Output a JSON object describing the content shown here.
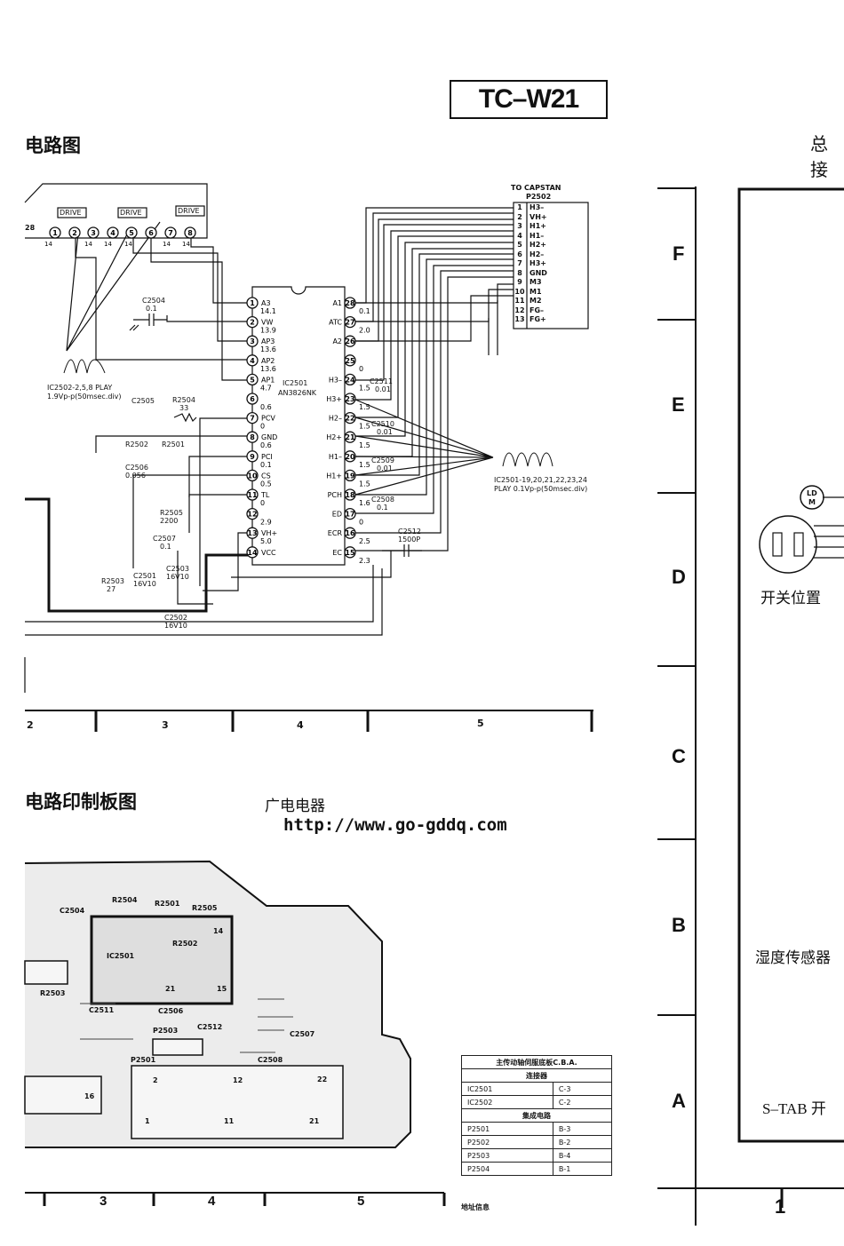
{
  "model": "TC–W21",
  "left_top_title": "电路图",
  "right_top_title": "总接",
  "pcb_title": "电路印制板图",
  "watermark": {
    "name": "广电电器",
    "url": "http://www.go-gddq.com"
  },
  "schematic": {
    "ic_label": "IC2501",
    "ic_part": "AN3826NK",
    "connector_title": "TO CAPSTAN",
    "connector_ref": "P2502",
    "connector_pins": [
      {
        "num": "1",
        "name": "H3–"
      },
      {
        "num": "2",
        "name": "VH+"
      },
      {
        "num": "3",
        "name": "H1+"
      },
      {
        "num": "4",
        "name": "H1–"
      },
      {
        "num": "5",
        "name": "H2+"
      },
      {
        "num": "6",
        "name": "H2–"
      },
      {
        "num": "7",
        "name": "H3+"
      },
      {
        "num": "8",
        "name": "GND"
      },
      {
        "num": "9",
        "name": "M3"
      },
      {
        "num": "10",
        "name": "M1"
      },
      {
        "num": "11",
        "name": "M2"
      },
      {
        "num": "12",
        "name": "FG–"
      },
      {
        "num": "13",
        "name": "FG+"
      }
    ],
    "left_pins": [
      {
        "num": "1",
        "name": "A3",
        "v": "14.1"
      },
      {
        "num": "2",
        "name": "VW",
        "v": "13.9"
      },
      {
        "num": "3",
        "name": "AP3",
        "v": "13.6"
      },
      {
        "num": "4",
        "name": "AP2",
        "v": "13.6"
      },
      {
        "num": "5",
        "name": "AP1",
        "v": "4.7"
      },
      {
        "num": "6",
        "name": "",
        "v": "0.6"
      },
      {
        "num": "7",
        "name": "PCV",
        "v": "0"
      },
      {
        "num": "8",
        "name": "GND",
        "v": "0.6"
      },
      {
        "num": "9",
        "name": "PCI",
        "v": "0.1"
      },
      {
        "num": "10",
        "name": "CS",
        "v": "0.5"
      },
      {
        "num": "11",
        "name": "TL",
        "v": "0"
      },
      {
        "num": "12",
        "name": "",
        "v": "2.9"
      },
      {
        "num": "13",
        "name": "VH+",
        "v": "5.0"
      },
      {
        "num": "14",
        "name": "VCC",
        "v": ""
      }
    ],
    "right_pins": [
      {
        "num": "28",
        "name": "A1",
        "v": "0.1"
      },
      {
        "num": "27",
        "name": "ATC",
        "v": "2.0"
      },
      {
        "num": "26",
        "name": "A2",
        "v": ""
      },
      {
        "num": "25",
        "name": "",
        "v": "0"
      },
      {
        "num": "24",
        "name": "H3–",
        "v": "1.5"
      },
      {
        "num": "23",
        "name": "H3+",
        "v": "1.5"
      },
      {
        "num": "22",
        "name": "H2–",
        "v": "1.5"
      },
      {
        "num": "21",
        "name": "H2+",
        "v": "1.5"
      },
      {
        "num": "20",
        "name": "H1–",
        "v": "1.5"
      },
      {
        "num": "19",
        "name": "H1+",
        "v": "1.5"
      },
      {
        "num": "18",
        "name": "PCH",
        "v": "1.6"
      },
      {
        "num": "17",
        "name": "ED",
        "v": "0"
      },
      {
        "num": "16",
        "name": "ECR",
        "v": "2.5"
      },
      {
        "num": "15",
        "name": "EC",
        "v": "2.3"
      }
    ],
    "components": {
      "c2504": "C2504",
      "c2504_v": "0.1",
      "r2504": "R2504",
      "r2504_v": "33",
      "c2505": "C2505",
      "r2502": "R2502",
      "r2501": "R2501",
      "c2506": "C2506",
      "c2506_v": "0.056",
      "r2505": "R2505",
      "r2505_v": "2200",
      "c2507": "C2507",
      "c2507_v": "0.1",
      "c2503": "C2503",
      "c2503_v": "16V10",
      "c2501": "C2501",
      "c2501_v": "16V10",
      "r2503": "R2503",
      "r2503_v": "27",
      "c2502": "C2502",
      "c2502_v": "16V10",
      "c2511": "C2511",
      "c2511_v": "0.01",
      "c2510": "C2510",
      "c2510_v": "0.01",
      "c2509": "C2509",
      "c2509_v": "0.01",
      "c2508": "C2508",
      "c2508_v": "0.1",
      "c2512": "C2512",
      "c2512_v": "1500P"
    },
    "drive_label": "DRIVE",
    "ic2502_pin_28": "28",
    "ic2502_pins": [
      "1",
      "2",
      "3",
      "4",
      "5",
      "6",
      "7",
      "8"
    ],
    "ic2502_volts": [
      "14",
      "14",
      "14",
      "14",
      "14",
      "14"
    ],
    "wave1_note": [
      "IC2502-2,5,8 PLAY",
      "1.9Vp-p(50msec.div)"
    ],
    "wave2_note": [
      "IC2501-19,20,21,22,23,24",
      "PLAY 0.1Vp-p(50msec.div)"
    ],
    "columns_top": [
      "2",
      "3",
      "4",
      "5"
    ],
    "columns_bottom": [
      "3",
      "4",
      "5"
    ]
  },
  "pcb": {
    "labels": [
      "C2504",
      "R2504",
      "R2501",
      "R2505",
      "IC2501",
      "R2502",
      "R2503",
      "C2511",
      "C2506",
      "C2512",
      "P2503",
      "C2507",
      "C2508",
      "P2501"
    ],
    "pin_nums": [
      "14",
      "21",
      "15",
      "2",
      "12",
      "22",
      "16",
      "1",
      "11",
      "21"
    ]
  },
  "ref_table": {
    "title": "主传动轴伺服底板C.B.A.",
    "section1": "连接器",
    "rows1": [
      {
        "a": "IC2501",
        "b": "C-3"
      },
      {
        "a": "IC2502",
        "b": "C-2"
      }
    ],
    "section2": "集成电路",
    "rows2": [
      {
        "a": "P2501",
        "b": "B-3"
      },
      {
        "a": "P2502",
        "b": "B-2"
      },
      {
        "a": "P2503",
        "b": "B-4"
      },
      {
        "a": "P2504",
        "b": "B-1"
      }
    ],
    "footer": "地址信息"
  },
  "right_panel": {
    "rows": [
      "F",
      "E",
      "D",
      "C",
      "B",
      "A"
    ],
    "column_1": "1",
    "motor": "LD",
    "motor_sub": "M",
    "switch_label": "开关位置",
    "sensor_label": "湿度传感器",
    "stab_label": "S–TAB 开"
  }
}
